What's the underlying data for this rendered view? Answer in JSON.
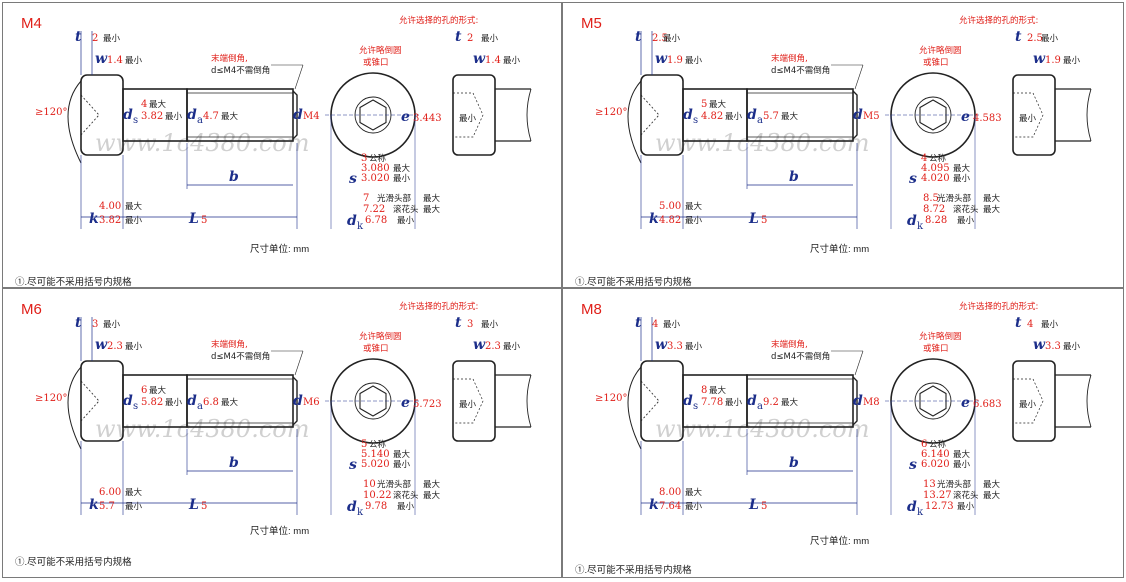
{
  "common": {
    "unit": "尺寸单位: mm",
    "note": "①.尽可能不采用括号内规格",
    "allowed_hole": "允许选择的孔的形式:",
    "end_chamfer_1": "末端倒角,",
    "end_chamfer_2": "d≤M4不需倒角",
    "allow_round_1": "允许略倒圆",
    "allow_round_2": "或锥口",
    "angle": "≥120°",
    "max": "最大",
    "min": "最小",
    "nominal": "公称",
    "smooth_head": "光滑头部",
    "knurled_head": "滚花头",
    "watermark": "www.1c4380.com",
    "labels": {
      "t": "t",
      "w": "w",
      "ds": "d",
      "ds_sub": "s",
      "da": "d",
      "da_sub": "a",
      "d": "d",
      "e": "e",
      "s": "s",
      "b": "b",
      "k": "k",
      "L": "L",
      "dk": "d",
      "dk_sub": "k"
    }
  },
  "panels": [
    {
      "size": "M4",
      "t": "2",
      "w": "1.4",
      "ds_max": "4",
      "ds_min": "3.82",
      "da_max": "4.7",
      "d_label": "M4",
      "e_min": "3.443",
      "s_nom": "3",
      "s_max": "3.080",
      "s_min": "3.020",
      "k_max": "4.00",
      "k_min": "3.82",
      "L": "5",
      "dk_smooth_max": "7",
      "dk_knurl_max": "7.22",
      "dk_min": "6.78"
    },
    {
      "size": "M5",
      "t": "2.5",
      "w": "1.9",
      "ds_max": "5",
      "ds_min": "4.82",
      "da_max": "5.7",
      "d_label": "M5",
      "e_min": "4.583",
      "s_nom": "4",
      "s_max": "4.095",
      "s_min": "4.020",
      "k_max": "5.00",
      "k_min": "4.82",
      "L": "5",
      "dk_smooth_max": "8.5",
      "dk_knurl_max": "8.72",
      "dk_min": "8.28"
    },
    {
      "size": "M6",
      "t": "3",
      "w": "2.3",
      "ds_max": "6",
      "ds_min": "5.82",
      "da_max": "6.8",
      "d_label": "M6",
      "e_min": "5.723",
      "s_nom": "5",
      "s_max": "5.140",
      "s_min": "5.020",
      "k_max": "6.00",
      "k_min": "5.7",
      "L": "5",
      "dk_smooth_max": "10",
      "dk_knurl_max": "10.22",
      "dk_min": "9.78"
    },
    {
      "size": "M8",
      "t": "4",
      "w": "3.3",
      "ds_max": "8",
      "ds_min": "7.78",
      "da_max": "9.2",
      "d_label": "M8",
      "e_min": "6.683",
      "s_nom": "6",
      "s_max": "6.140",
      "s_min": "6.020",
      "k_max": "8.00",
      "k_min": "7.64",
      "L": "5",
      "dk_smooth_max": "13",
      "dk_knurl_max": "13.27",
      "dk_min": "12.73"
    }
  ]
}
